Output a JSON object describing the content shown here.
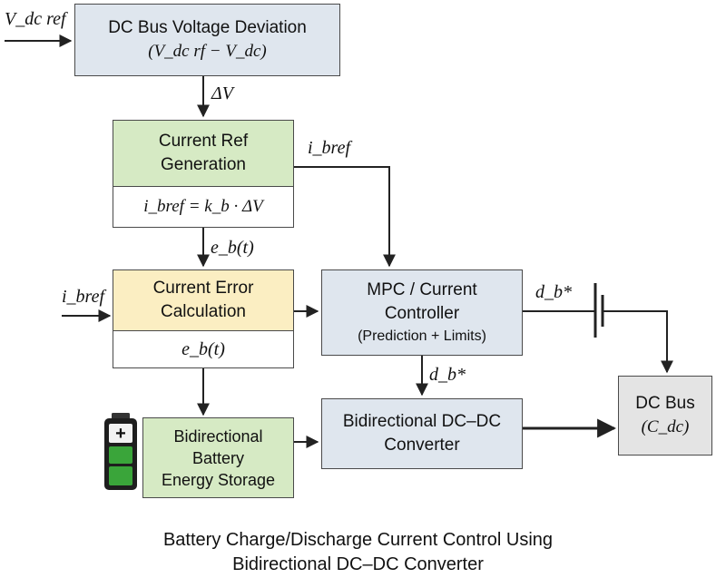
{
  "diagram": {
    "deviation_block": {
      "title": "DC Bus Voltage Deviation",
      "formula": "(V_dc rf − V_dc)"
    },
    "vdc_ref_input": "V_dc ref",
    "delta_v_label": "ΔV",
    "ref_gen_block": {
      "title_line1": "Current Ref",
      "title_line2": "Generation",
      "formula": "i_bref = k_b · ΔV"
    },
    "ibref_top_label": "i_bref",
    "eb_label_1": "e_b(t)",
    "error_block": {
      "title_line1": "Current Error",
      "title_line2": "Calculation",
      "formula": "e_b(t)"
    },
    "ibref_left_label": "i_bref",
    "mpc_block": {
      "title_line1": "MPC / Current",
      "title_line2": "Controller",
      "subtitle": "(Prediction + Limits)"
    },
    "db_label_right": "d_b*",
    "db_label_down": "d_b*",
    "battery_block": {
      "line1": "Bidirectional",
      "line2": "Battery",
      "line3": "Energy Storage"
    },
    "converter_block": {
      "line1": "Bidirectional DC–DC",
      "line2": "Converter"
    },
    "dcbus_block": {
      "line1": "DC Bus",
      "line2": "(C_dc)"
    },
    "caption": {
      "line1": "Battery Charge/Discharge Current Control Using",
      "line2": "Bidirectional DC–DC Converter"
    }
  },
  "icons": [
    "battery-icon",
    "capacitor-symbol"
  ],
  "colors": {
    "blue_fill": "#dfe6ee",
    "green_fill": "#d6eac4",
    "yellow_fill": "#fbeec2",
    "gray_fill": "#e4e4e4",
    "battery_green": "#3aa53a"
  }
}
